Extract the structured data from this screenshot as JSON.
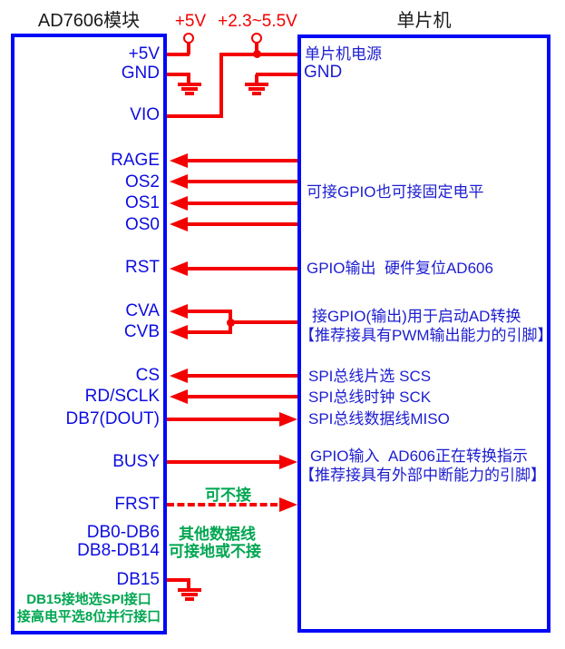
{
  "titles": {
    "module": "AD7606模块",
    "mcu": "单片机"
  },
  "power_labels": {
    "v5": "+5V",
    "range": "+2.3~5.5V"
  },
  "module_pins": [
    "+5V",
    "GND",
    "VIO",
    "RAGE",
    "OS2",
    "OS1",
    "OS0",
    "RST",
    "CVA",
    "CVB",
    "CS",
    "RD/SCLK",
    "DB7(DOUT)",
    "BUSY",
    "FRST",
    "DB0-DB6",
    "DB8-DB14",
    "DB15"
  ],
  "mcu_labels": [
    "单片机电源",
    "GND",
    "可接GPIO也可接固定电平",
    "GPIO输出  硬件复位AD606",
    "接GPIO(输出)用于启动AD转换",
    "【推荐接具有PWM输出能力的引脚】",
    "SPI总线片选 SCS",
    "SPI总线时钟 SCK",
    "SPI总线数据线MISO",
    "GPIO输入  AD606正在转换指示",
    "【推荐接具有外部中断能力的引脚】"
  ],
  "green_notes": {
    "frst": "可不接",
    "other_lines_1": "其他数据线",
    "other_lines_2": "可接地或不接",
    "db15_line1": "DB15接地选SPI接口",
    "db15_line2": "接高电平选8位并行接口"
  },
  "colors": {
    "box_border_blue": "#0009f5",
    "pin_text_blue": "#0d0de0",
    "wire_red": "#f40000",
    "note_green": "#00a651",
    "title_black": "#1b1b1b"
  }
}
